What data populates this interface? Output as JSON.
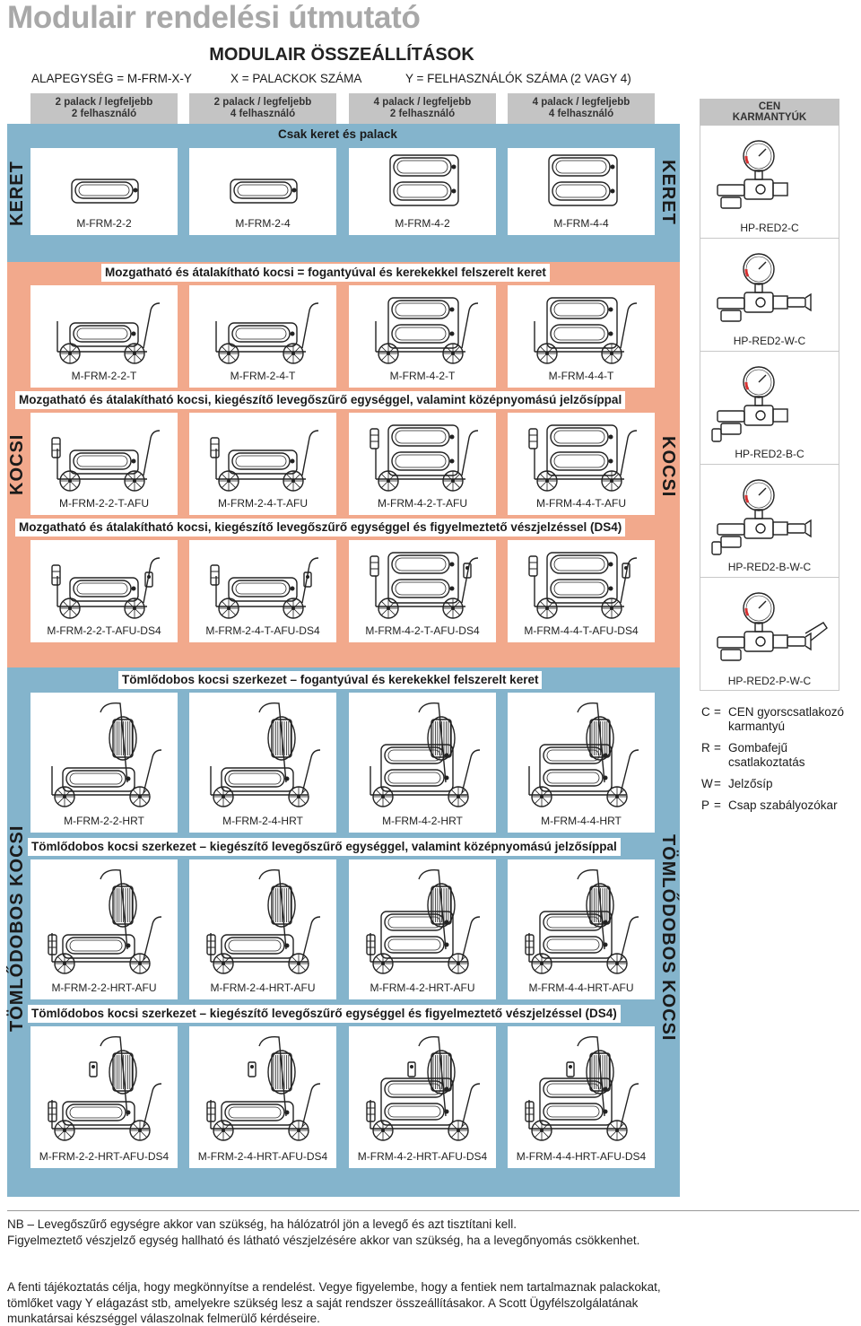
{
  "title": "Modulair rendelési útmutató",
  "heading": "MODULAIR ÖSSZEÁLLÍTÁSOK",
  "legend": {
    "base": "ALAPEGYSÉG = M-FRM-X-Y",
    "x": "X = PALACKOK SZÁMA",
    "y": "Y = FELHASZNÁLÓK SZÁMA (2 VAGY 4)"
  },
  "columns": [
    {
      "l1": "2 palack / legfeljebb",
      "l2": "2 felhasználó"
    },
    {
      "l1": "2 palack / legfeljebb",
      "l2": "4 felhasználó"
    },
    {
      "l1": "4 palack / legfeljebb",
      "l2": "2 felhasználó"
    },
    {
      "l1": "4 palack / legfeljebb",
      "l2": "4 felhasználó"
    }
  ],
  "side": {
    "keret": "KERET",
    "kocsi": "KOCSI",
    "tomlo": "TÖMLŐDOBOS KOCSI"
  },
  "sections": {
    "s1": "Csak keret és palack",
    "s2": "Mozgatható és átalakítható kocsi = fogantyúval és kerekekkel felszerelt keret",
    "s3": "Mozgatható és átalakítható kocsi, kiegészítő levegőszűrő egységgel, valamint középnyomású jelzősíppal",
    "s4": "Mozgatható és átalakítható kocsi, kiegészítő levegőszűrő egységgel és figyelmeztető vészjelzéssel (DS4)",
    "s5": "Tömlődobos kocsi szerkezet – fogantyúval és kerekekkel felszerelt keret",
    "s6": "Tömlődobos kocsi szerkezet – kiegészítő levegőszűrő egységgel, valamint középnyomású jelzősíppal",
    "s7": "Tömlődobos kocsi szerkezet – kiegészítő levegőszűrő egységgel és figyelmeztető vészjelzéssel (DS4)"
  },
  "codes": {
    "r1": [
      "M-FRM-2-2",
      "M-FRM-2-4",
      "M-FRM-4-2",
      "M-FRM-4-4"
    ],
    "r2": [
      "M-FRM-2-2-T",
      "M-FRM-2-4-T",
      "M-FRM-4-2-T",
      "M-FRM-4-4-T"
    ],
    "r3": [
      "M-FRM-2-2-T-AFU",
      "M-FRM-2-4-T-AFU",
      "M-FRM-4-2-T-AFU",
      "M-FRM-4-4-T-AFU"
    ],
    "r4": [
      "M-FRM-2-2-T-AFU-DS4",
      "M-FRM-2-4-T-AFU-DS4",
      "M-FRM-4-2-T-AFU-DS4",
      "M-FRM-4-4-T-AFU-DS4"
    ],
    "r5": [
      "M-FRM-2-2-HRT",
      "M-FRM-2-4-HRT",
      "M-FRM-4-2-HRT",
      "M-FRM-4-4-HRT"
    ],
    "r6": [
      "M-FRM-2-2-HRT-AFU",
      "M-FRM-2-4-HRT-AFU",
      "M-FRM-4-2-HRT-AFU",
      "M-FRM-4-4-HRT-AFU"
    ],
    "r7": [
      "M-FRM-2-2-HRT-AFU-DS4",
      "M-FRM-2-4-HRT-AFU-DS4",
      "M-FRM-4-2-HRT-AFU-DS4",
      "M-FRM-4-4-HRT-AFU-DS4"
    ]
  },
  "cen": {
    "l1": "CEN",
    "l2": "KARMANTYÚK",
    "regulators": [
      "HP-RED2-C",
      "HP-RED2-W-C",
      "HP-RED2-B-C",
      "HP-RED2-B-W-C",
      "HP-RED2-P-W-C"
    ]
  },
  "keys": [
    {
      "letter": "C",
      "text": "CEN gyorscsatlakozó karmantyú"
    },
    {
      "letter": "R",
      "text": "Gombafejű csatlakoztatás"
    },
    {
      "letter": "W",
      "text": "Jelzősíp"
    },
    {
      "letter": "P",
      "text": "Csap szabályozókar"
    }
  ],
  "notes": {
    "n1": "NB – Levegőszűrő egységre akkor van szükség, ha hálózatról jön a levegő és azt tisztítani kell.",
    "n2": "Figyelmeztető vészjelző egység hallható és látható vészjelzésére akkor van szükség, ha a levegőnyomás csökkenhet.",
    "n3": "A fenti tájékoztatás célja, hogy megkönnyítse a rendelést. Vegye figyelembe, hogy a fentiek nem tartalmaznak palackokat, tömlőket vagy Y elágazást stb, amelyekre szükség lesz a saját rendszer összeállításakor. A Scott Ügyfélszolgálatának munkatársai készséggel válaszolnak felmerülő kérdéseire."
  },
  "icons": {
    "frame": "cylinder-frame-icon",
    "trolley": "trolley-icon",
    "hosereel": "hose-reel-trolley-icon",
    "regulator": "regulator-gauge-icon"
  }
}
